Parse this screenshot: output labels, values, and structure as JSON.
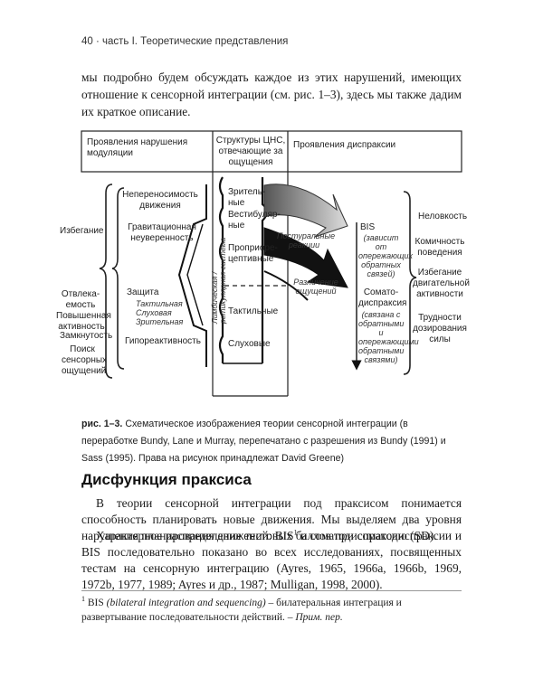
{
  "page": {
    "running_head": "40 · часть I. Теоретические представления",
    "lead_paragraph": "мы подробно будем обсуждать каждое из этих нарушений, имеющих отношение к сенсорной интеграции (см. рис. 1–3), здесь мы также дадим их краткое описание."
  },
  "figure": {
    "headers": {
      "col1": "Проявления нарушения модуляции",
      "col2": "Структуры ЦНС, отвечающие за ощущения",
      "col3": "Проявления диспраксии"
    },
    "left_outer": {
      "avoidance": "Избегание",
      "distractibility": "Отвлека-емость",
      "hyperactivity": "Повышенная активность",
      "withdrawal": "Замкнутость",
      "seeking": "Поиск сенсорных ощущений"
    },
    "left_inner": {
      "movement_intolerance": "Непереносимость движения",
      "gravitational_insecurity": "Гравитационная неуверенность",
      "defensiveness": "Защита",
      "tactile": "Тактильная",
      "auditory": "Слуховая",
      "visual": "Зрительная",
      "hyporeactivity": "Гипореактивность"
    },
    "limbic": "Лимбическая / ретикулярная система",
    "senses": {
      "visual": "Зритель-ные",
      "vestibular": "Вестибуляр-ные",
      "proprioceptive": "Проприоре-цептивные",
      "tactile": "Тактильные",
      "auditory": "Слуховые"
    },
    "arrows": {
      "postural": "Постуральные реакции",
      "discrimination": "Различение ощущений"
    },
    "praxis": {
      "bis": "BIS",
      "bis_note": "(зависит от опережающих обратных связей)",
      "sd": "Сомато-диспраксия",
      "sd_note": "(связана с обратными и опережающими обратными связями)"
    },
    "right_outer": {
      "clumsiness": "Неловкость",
      "comic_behavior": "Комичность поведения",
      "avoid_motor": "Избегание двигательной активности",
      "dosing": "Трудности дозирования силы"
    }
  },
  "caption": {
    "label": "рис. 1–3.",
    "text": "Схематическое изображениея теории сенсорной интеграции (в переработке Bundy, Lane и Murray, перепечатано с разрешения из Bundy (1991) и Sass (1995). Права на рисунок принадлежат David Greene)"
  },
  "section": {
    "heading": "Дисфункция праксиса",
    "p1_before": "В теории сенсорной интеграции под праксисом понимается способность планировать новые движения. Мы выделяем два уровня нарушения планирования движений: BIS",
    "p1_sup": "1",
    "p1_after": " и соматодиспраксию (SD).",
    "p2": "Характерное распределение тестовых баллов при соматодиспраксии и BIS последовательно показано во всех исследованиях, посвященных тестам на сенсорную интеграцию (Ayres, 1965, 1966a, 1966b, 1969, 1972b, 1977, 1989; Ayres и др., 1987; Mulligan, 1998, 2000)."
  },
  "footnote": {
    "marker": "1",
    "abbr": "BIS",
    "italic": "(bilateral integration and sequencing)",
    "text": " – билатеральная интеграция и развертывание последовательности действий. –",
    "note": "Прим. пер."
  }
}
